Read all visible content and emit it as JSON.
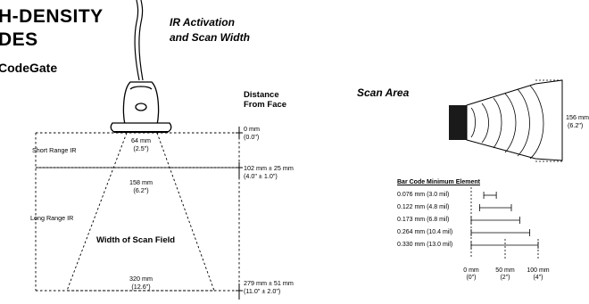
{
  "title": {
    "line1": "H-DENSITY",
    "line2": "DES",
    "subtitle": "CodeGate"
  },
  "ir_heading": {
    "line1": "IR Activation",
    "line2": "and Scan Width"
  },
  "distance_heading": {
    "line1": "Distance",
    "line2": "From Face"
  },
  "distances": [
    {
      "mm": "0 mm",
      "inch": "(0.0\")"
    },
    {
      "mm": "102 mm ± 25 mm",
      "inch": "(4.0\" ± 1.0\")"
    },
    {
      "mm": "279 mm ± 51 mm",
      "inch": "(11.0\" ± 2.0\")"
    }
  ],
  "ranges": {
    "short": "Short Range IR",
    "long": "Long Range IR"
  },
  "widths": [
    {
      "mm": "64 mm",
      "inch": "(2.5\")"
    },
    {
      "mm": "158 mm",
      "inch": "(6.2\")"
    },
    {
      "mm": "320 mm",
      "inch": "(12.6\")"
    }
  ],
  "scan_field_label": "Width of Scan Field",
  "scan_area": {
    "heading": "Scan Area",
    "dim_mm": "156 mm",
    "dim_inch": "(6.2\")"
  },
  "min_element": {
    "heading": "Bar Code Minimum Element",
    "rows": [
      {
        "label": "0.076 mm (3.0 mil)",
        "start_in": 0.75,
        "end_in": 1.5
      },
      {
        "label": "0.122 mm (4.8 mil)",
        "start_in": 0.5,
        "end_in": 2.4
      },
      {
        "label": "0.173 mm (6.8 mil)",
        "start_in": 0.0,
        "end_in": 2.9
      },
      {
        "label": "0.264 mm (10.4 mil)",
        "start_in": 0.0,
        "end_in": 3.5
      },
      {
        "label": "0.330 mm (13.0 mil)",
        "start_in": 0.0,
        "end_in": 4.0
      }
    ],
    "axis": [
      {
        "mm": "0 mm",
        "inch": "(0\")"
      },
      {
        "mm": "50 mm",
        "inch": "(2\")"
      },
      {
        "mm": "100 mm",
        "inch": "(4\")"
      }
    ]
  }
}
